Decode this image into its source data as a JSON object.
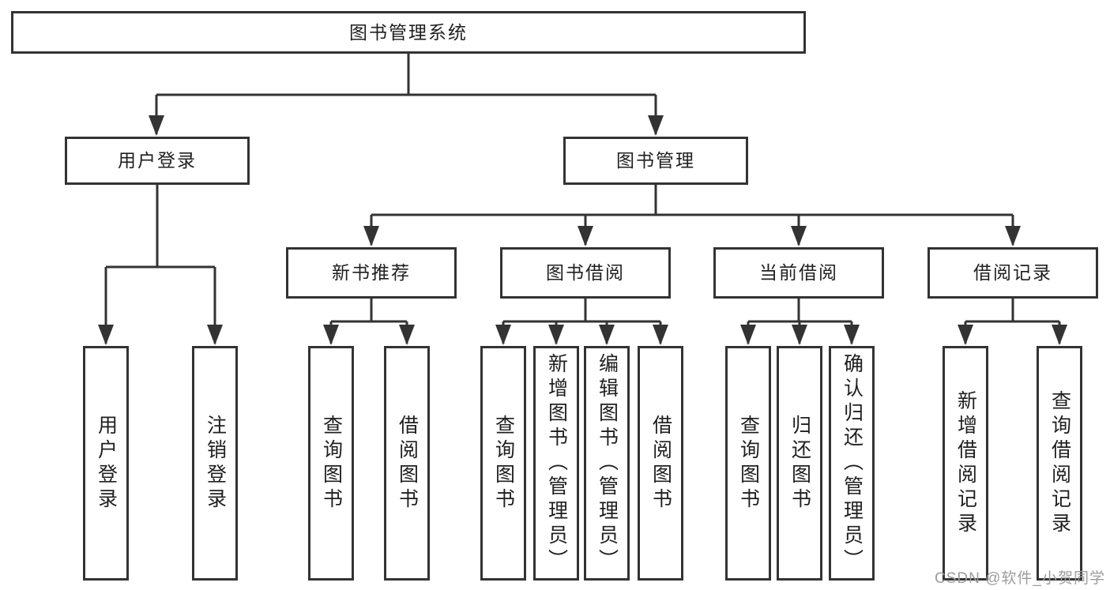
{
  "diagram_title": "图书管理系统",
  "colors": {
    "line": "#333333",
    "text": "#1f1f1f",
    "background": "#ffffff",
    "watermark": "#9c9c9c"
  },
  "tree": {
    "root": "图书管理系统",
    "branches": [
      {
        "label": "用户登录",
        "children": [
          "用户登录",
          "注销登录"
        ]
      },
      {
        "label": "图书管理",
        "groups": [
          {
            "label": "新书推荐",
            "children": [
              "查询图书",
              "借阅图书"
            ]
          },
          {
            "label": "图书借阅",
            "children": [
              "查询图书",
              "新增图书（管理员）",
              "编辑图书（管理员）",
              "借阅图书"
            ]
          },
          {
            "label": "当前借阅",
            "children": [
              "查询图书",
              "归还图书",
              "确认归还（管理员）"
            ]
          },
          {
            "label": "借阅记录",
            "children": [
              "新增借阅记录",
              "查询借阅记录"
            ]
          }
        ]
      }
    ]
  },
  "watermark": "CSDN @软件_小贺同学"
}
